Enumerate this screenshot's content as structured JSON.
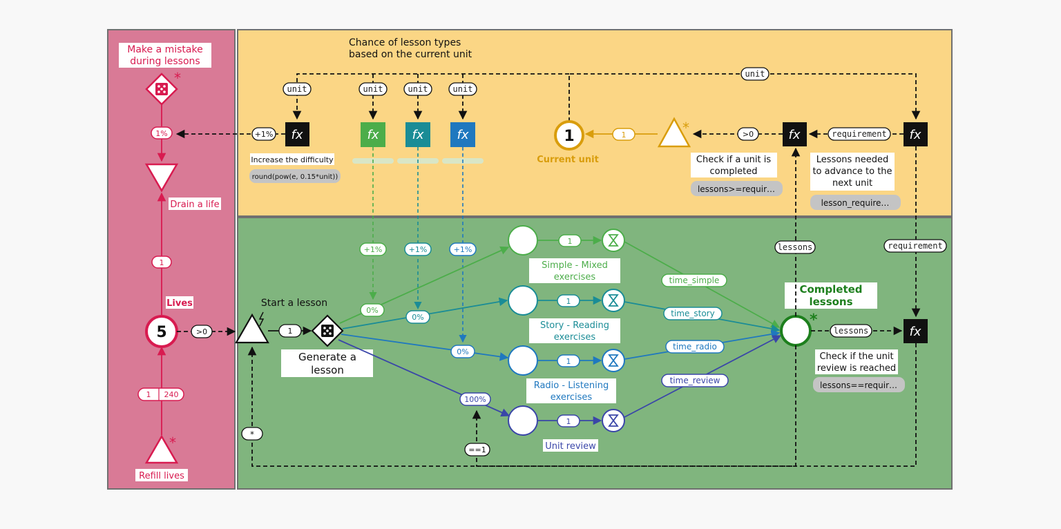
{
  "mistake": {
    "line1": "Make a mistake",
    "line2": "during lessons"
  },
  "pct_mistake": "1%",
  "drain": "Drain a life",
  "one_left": "1",
  "lives_label": "Lives",
  "lives_value": "5",
  "refill_a": "1",
  "refill_b": "240",
  "refill": "Refill lives",
  "chance": {
    "line1": "Chance of lesson types",
    "line2": "based on the current unit"
  },
  "unit": "unit",
  "plus1pct": "+1%",
  "fx": "fx",
  "increase": "Increase the difficulty",
  "formula": "round(pow(e, 0.15*unit))",
  "one": "1",
  "current_value": "1",
  "current_label": "Current unit",
  "gt0": ">0",
  "requirement": "requirement",
  "check_unit": {
    "line1": "Check if a unit is",
    "line2": "completed",
    "formula": "lessons>=requir…"
  },
  "lessons_needed": {
    "line1": "Lessons needed",
    "line2": "to advance to the",
    "line3": "next unit",
    "formula": "lesson_require…"
  },
  "lessons": "lessons",
  "start": "Start a lesson",
  "generate": {
    "line1": "Generate a",
    "line2": "lesson"
  },
  "pct_simple": "0%",
  "pct_story": "0%",
  "pct_radio": "0%",
  "pct_review": "100%",
  "simple": {
    "line1": "Simple - Mixed",
    "line2": "exercises",
    "time": "time_simple"
  },
  "story": {
    "line1": "Story - Reading",
    "line2": "exercises",
    "time": "time_story"
  },
  "radio": {
    "line1": "Radio - Listening",
    "line2": "exercises",
    "time": "time_radio"
  },
  "review": {
    "label": "Unit review",
    "time": "time_review"
  },
  "completed": {
    "line1": "Completed",
    "line2": "lessons"
  },
  "check_review": {
    "line1": "Check if the unit",
    "line2": "review is reached",
    "formula": "lessons==requir…"
  },
  "star": "*",
  "eq1": "==1",
  "colors": {
    "pink": "#d97a96",
    "yellow": "#fbd685",
    "green": "#80b57e",
    "red": "#d81b50",
    "gold": "#d99d0c",
    "simple": "#4cad4a",
    "story": "#1a8c96",
    "radio": "#1f78bf",
    "review": "#3a46a8",
    "dark_green": "#1d7f1d"
  },
  "icons": [
    "dice-icon",
    "fx-icon",
    "hourglass-icon",
    "lightning-icon",
    "star-icon"
  ]
}
